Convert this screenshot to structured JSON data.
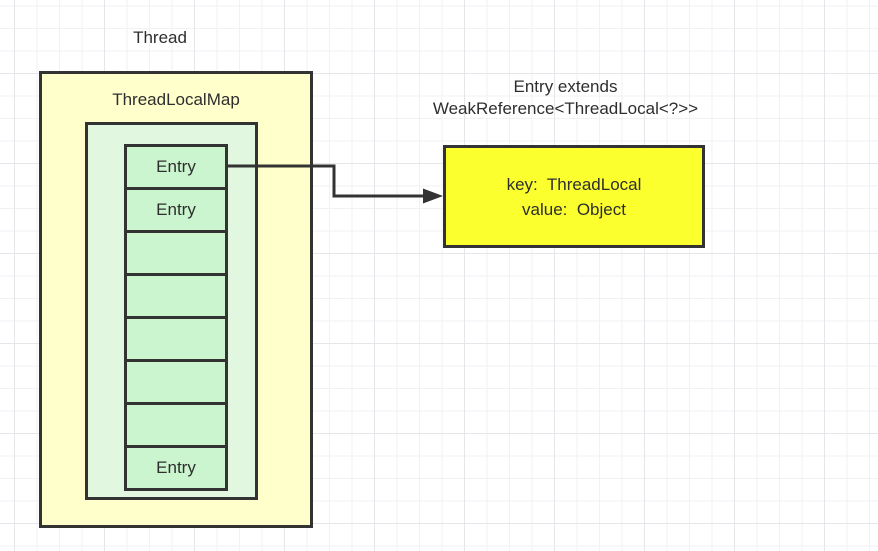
{
  "diagram": {
    "thread_label": "Thread",
    "map_label": "ThreadLocalMap",
    "cells": [
      {
        "label": "Entry"
      },
      {
        "label": "Entry"
      },
      {
        "label": ""
      },
      {
        "label": ""
      },
      {
        "label": ""
      },
      {
        "label": ""
      },
      {
        "label": ""
      },
      {
        "label": "Entry"
      }
    ],
    "note_caption": {
      "line1": "Entry extends",
      "line2": "WeakReference<ThreadLocal<?>>"
    },
    "note_box": {
      "line1": "key:  ThreadLocal",
      "line2": "value:  Object"
    }
  },
  "colors": {
    "canvas_bg": "#ffffff",
    "grid_minor": "#f2f2f5",
    "grid_major": "#e6e6ea",
    "outer_fill": "#FFFFCC",
    "inner_fill": "#E2F7DF",
    "cell_fill": "#CBF5CE",
    "note_fill": "#FBFF2E",
    "border_color": "#333333",
    "arrow_color": "#333333",
    "text_color": "#2e2e2e"
  }
}
